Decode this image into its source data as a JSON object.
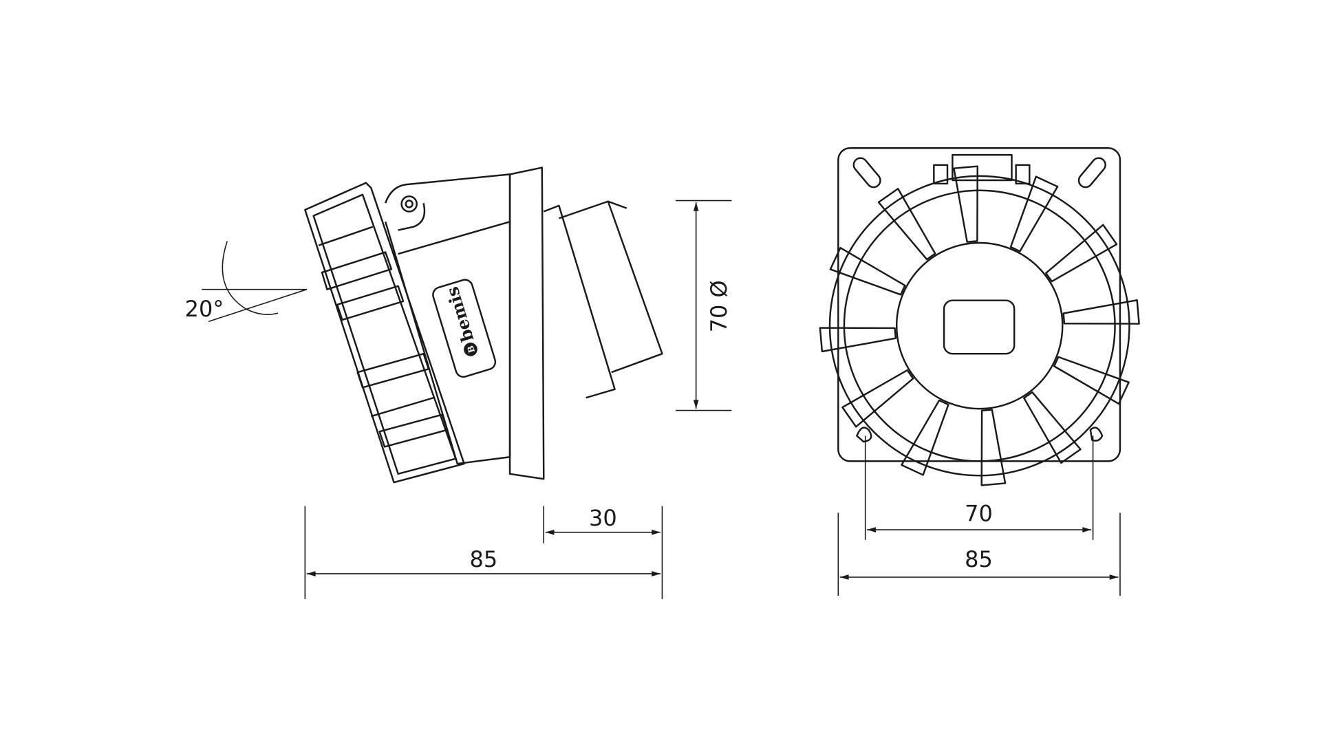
{
  "drawing": {
    "brand": "bemis",
    "brand_mark": "B",
    "side_view": {
      "angle_label": "20°",
      "diameter_label": "70 Ø",
      "depth_label": "30",
      "total_width_label": "85"
    },
    "front_view": {
      "hole_spacing_label": "70",
      "plate_width_label": "85"
    },
    "line_color": "#1a1a1a"
  }
}
